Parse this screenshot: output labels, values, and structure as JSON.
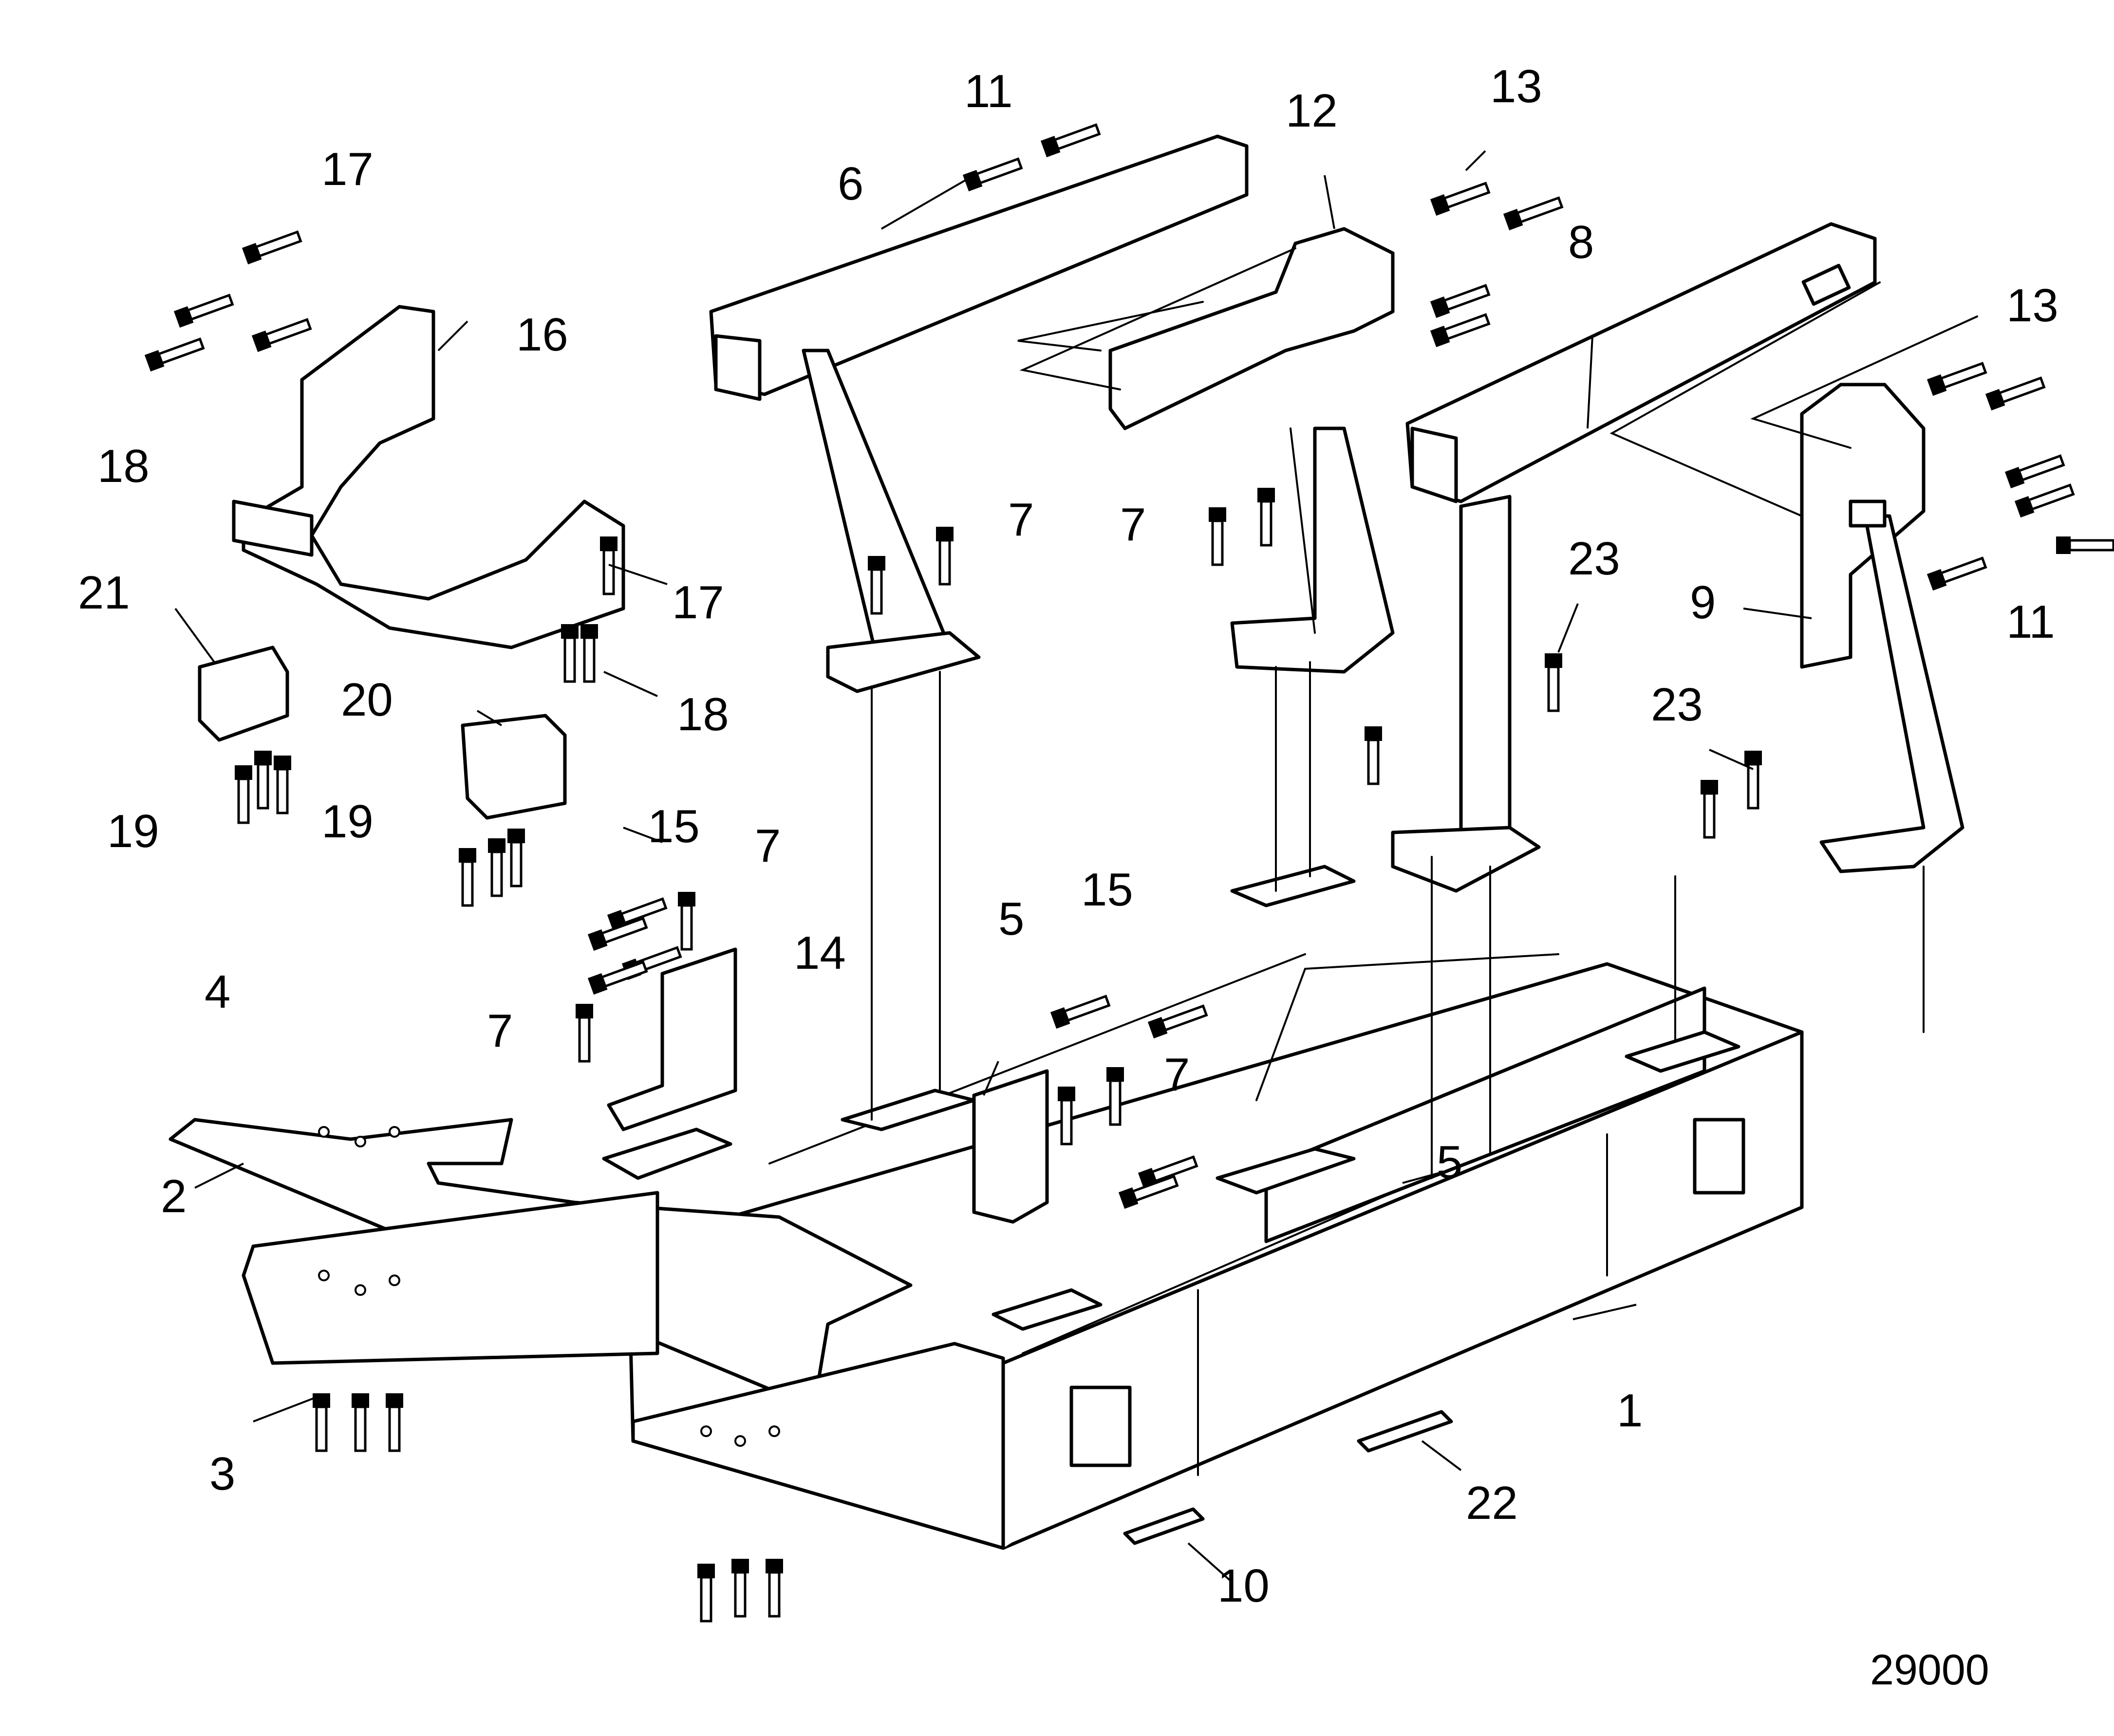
{
  "diagram": {
    "reference_number": "29000",
    "callouts": {
      "c1": "1",
      "c2": "2",
      "c3": "3",
      "c4": "4",
      "c5a": "5",
      "c5b": "5",
      "c6": "6",
      "c7a": "7",
      "c7b": "7",
      "c7c": "7",
      "c7d": "7",
      "c7e": "7",
      "c8": "8",
      "c9": "9",
      "c10": "10",
      "c11a": "11",
      "c11b": "11",
      "c12": "12",
      "c13a": "13",
      "c13b": "13",
      "c14": "14",
      "c15a": "15",
      "c15b": "15",
      "c16": "16",
      "c17a": "17",
      "c17b": "17",
      "c18a": "18",
      "c18b": "18",
      "c19a": "19",
      "c19b": "19",
      "c20": "20",
      "c21": "21",
      "c22": "22",
      "c23a": "23",
      "c23b": "23"
    }
  }
}
